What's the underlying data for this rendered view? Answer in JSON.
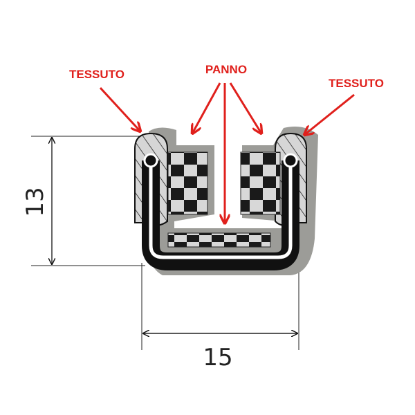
{
  "labels": {
    "left_fabric": "TESSUTO",
    "felt": "PANNO",
    "right_fabric": "TESSUTO"
  },
  "dimensions": {
    "height": "13",
    "width": "15"
  },
  "colors": {
    "annotation": "#e0201c",
    "profile": "#111111",
    "shadow": "#9a9a96",
    "fabric": "#d4d4d4"
  }
}
